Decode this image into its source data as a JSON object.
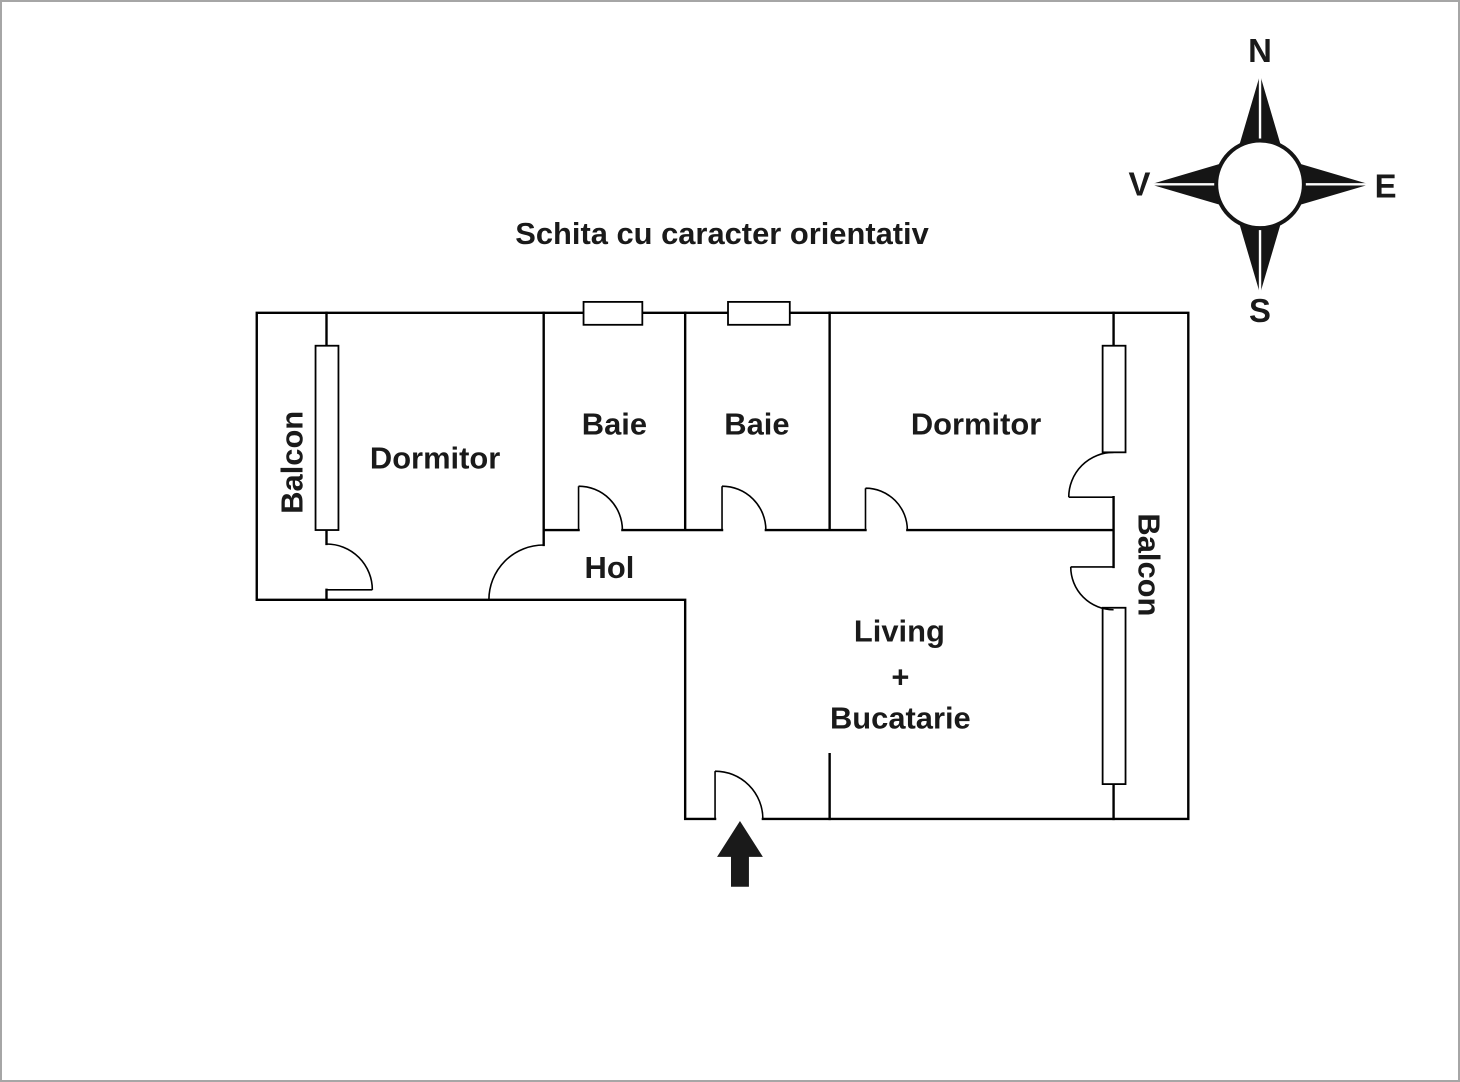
{
  "title": "Schita cu caracter orientativ",
  "compass": {
    "north": "N",
    "east": "E",
    "south": "S",
    "west": "V"
  },
  "rooms": {
    "balcon_left": "Balcon",
    "dormitor_left": "Dormitor",
    "baie_left": "Baie",
    "baie_right": "Baie",
    "dormitor_right": "Dormitor",
    "hol": "Hol",
    "living_line1": "Living",
    "living_line2": "+",
    "living_line3": "Bucatarie",
    "balcon_right": "Balcon"
  },
  "colors": {
    "wall": "#000000",
    "text": "#1a1a1a",
    "background": "#ffffff",
    "frame": "#a6a6a6",
    "compass": "#151515",
    "arrow": "#1a1a1a"
  }
}
